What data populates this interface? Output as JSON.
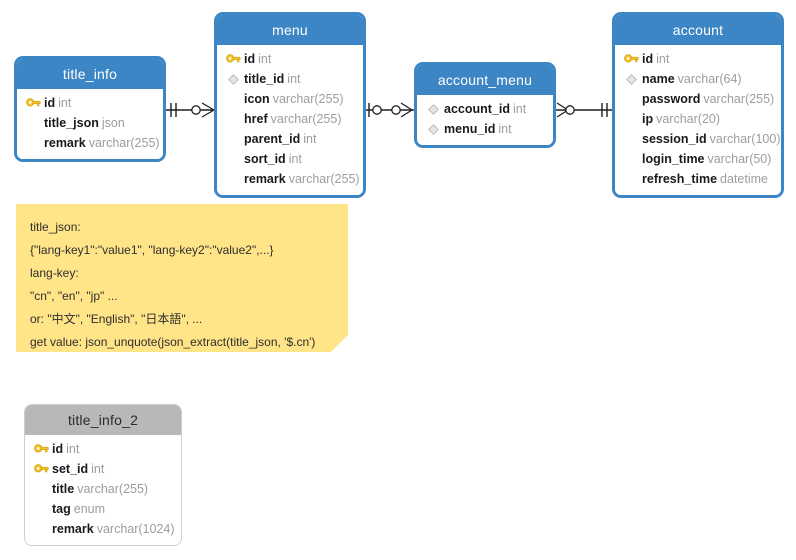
{
  "diagram": {
    "title": "database-er-diagram",
    "colors": {
      "entity_blue": "#3d86c6",
      "entity_gray": "#b8b8b8",
      "note_yellow": "#ffe488",
      "type_text": "#9d9d9d",
      "name_text": "#1a1a1a",
      "line": "#1f1f1f"
    }
  },
  "entities": [
    {
      "id": "title_info",
      "name": "title_info",
      "style": "blue",
      "fields": [
        {
          "marker": "key-icon",
          "name": "id",
          "type": "int"
        },
        {
          "marker": "none",
          "name": "title_json",
          "type": "json"
        },
        {
          "marker": "none",
          "name": "remark",
          "type": "varchar(255)"
        }
      ]
    },
    {
      "id": "menu",
      "name": "menu",
      "style": "blue",
      "fields": [
        {
          "marker": "key-icon",
          "name": "id",
          "type": "int"
        },
        {
          "marker": "diamond-icon",
          "name": "title_id",
          "type": "int"
        },
        {
          "marker": "none",
          "name": "icon",
          "type": "varchar(255)"
        },
        {
          "marker": "none",
          "name": "href",
          "type": "varchar(255)"
        },
        {
          "marker": "none",
          "name": "parent_id",
          "type": "int"
        },
        {
          "marker": "none",
          "name": "sort_id",
          "type": "int"
        },
        {
          "marker": "none",
          "name": "remark",
          "type": "varchar(255)"
        }
      ]
    },
    {
      "id": "account_menu",
      "name": "account_menu",
      "style": "blue",
      "fields": [
        {
          "marker": "diamond-icon",
          "name": "account_id",
          "type": "int"
        },
        {
          "marker": "diamond-icon",
          "name": "menu_id",
          "type": "int"
        }
      ]
    },
    {
      "id": "account",
      "name": "account",
      "style": "blue",
      "fields": [
        {
          "marker": "key-icon",
          "name": "id",
          "type": "int"
        },
        {
          "marker": "diamond-icon",
          "name": "name",
          "type": "varchar(64)"
        },
        {
          "marker": "none",
          "name": "password",
          "type": "varchar(255)"
        },
        {
          "marker": "none",
          "name": "ip",
          "type": "varchar(20)"
        },
        {
          "marker": "none",
          "name": "session_id",
          "type": "varchar(100)"
        },
        {
          "marker": "none",
          "name": "login_time",
          "type": "varchar(50)"
        },
        {
          "marker": "none",
          "name": "refresh_time",
          "type": "datetime"
        }
      ]
    },
    {
      "id": "title_info_2",
      "name": "title_info_2",
      "style": "gray",
      "fields": [
        {
          "marker": "key-icon",
          "name": "id",
          "type": "int"
        },
        {
          "marker": "key-icon",
          "name": "set_id",
          "type": "int"
        },
        {
          "marker": "none",
          "name": "title",
          "type": "varchar(255)"
        },
        {
          "marker": "none",
          "name": "tag",
          "type": "enum"
        },
        {
          "marker": "none",
          "name": "remark",
          "type": "varchar(1024)"
        }
      ]
    }
  ],
  "relationships": [
    {
      "id": "rel-title-info-menu",
      "from": "title_info",
      "to": "menu",
      "from_cardinality": "one",
      "to_cardinality": "zero-or-many"
    },
    {
      "id": "rel-menu-account-menu",
      "from": "menu",
      "to": "account_menu",
      "from_cardinality": "zero-or-one",
      "to_cardinality": "zero-or-many"
    },
    {
      "id": "rel-account-menu-account",
      "from": "account_menu",
      "to": "account",
      "from_cardinality": "zero-or-many",
      "to_cardinality": "one"
    }
  ],
  "note": {
    "id": "title-json-note",
    "lines": [
      "title_json:",
      "{\"lang-key1\":\"value1\", \"lang-key2\":\"value2\",...}",
      "lang-key:",
      "\"cn\", \"en\", \"jp\" ...",
      "or: \"中文\", \"English\", \"日本語\", ...",
      "get value: json_unquote(json_extract(title_json, '$.cn')"
    ]
  }
}
